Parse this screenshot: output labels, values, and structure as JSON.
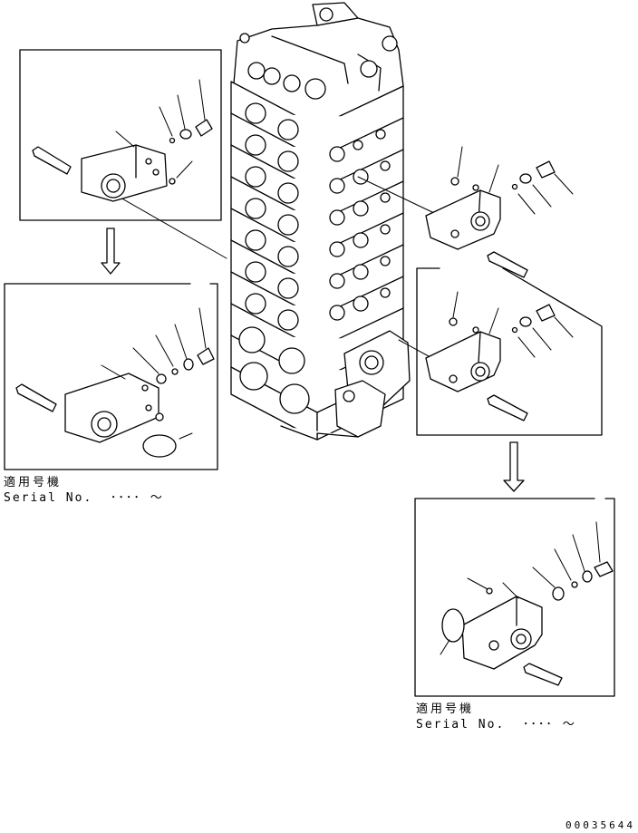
{
  "captions": {
    "left": {
      "applicable_models": "適用号機",
      "serial": "Serial No.  ････ ～"
    },
    "right": {
      "applicable_models": "適用号機",
      "serial": "Serial No.  ････ ～"
    }
  },
  "drawing_code": "00035644",
  "colors": {
    "ink": "#000000",
    "paper": "#ffffff"
  },
  "icons": {
    "flow_arrow": "down-arrow-icon"
  }
}
